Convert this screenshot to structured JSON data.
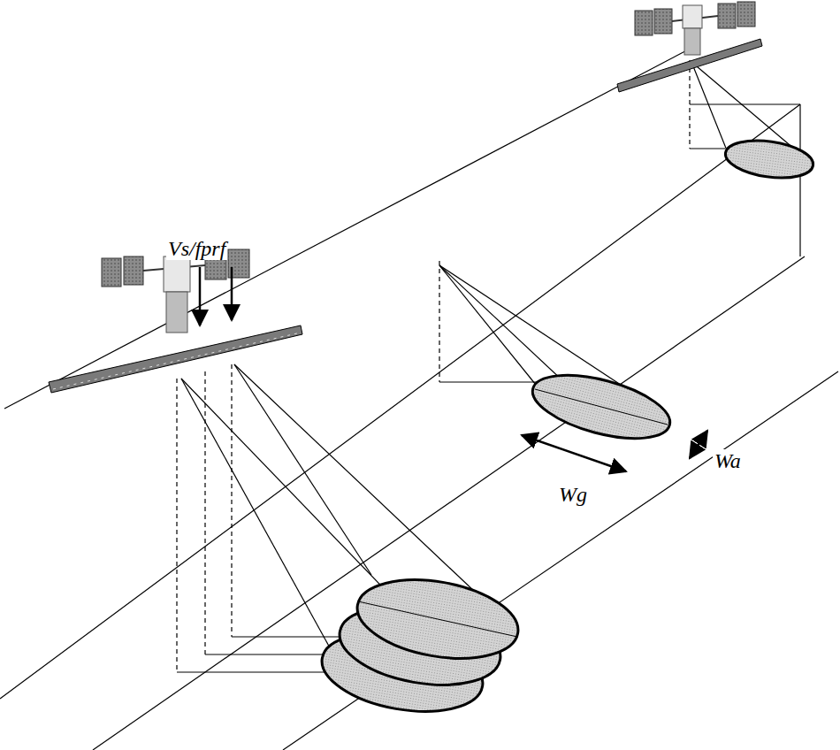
{
  "diagram": {
    "labels": [
      "Vs/fprf",
      "Wg",
      "Wa"
    ]
  }
}
